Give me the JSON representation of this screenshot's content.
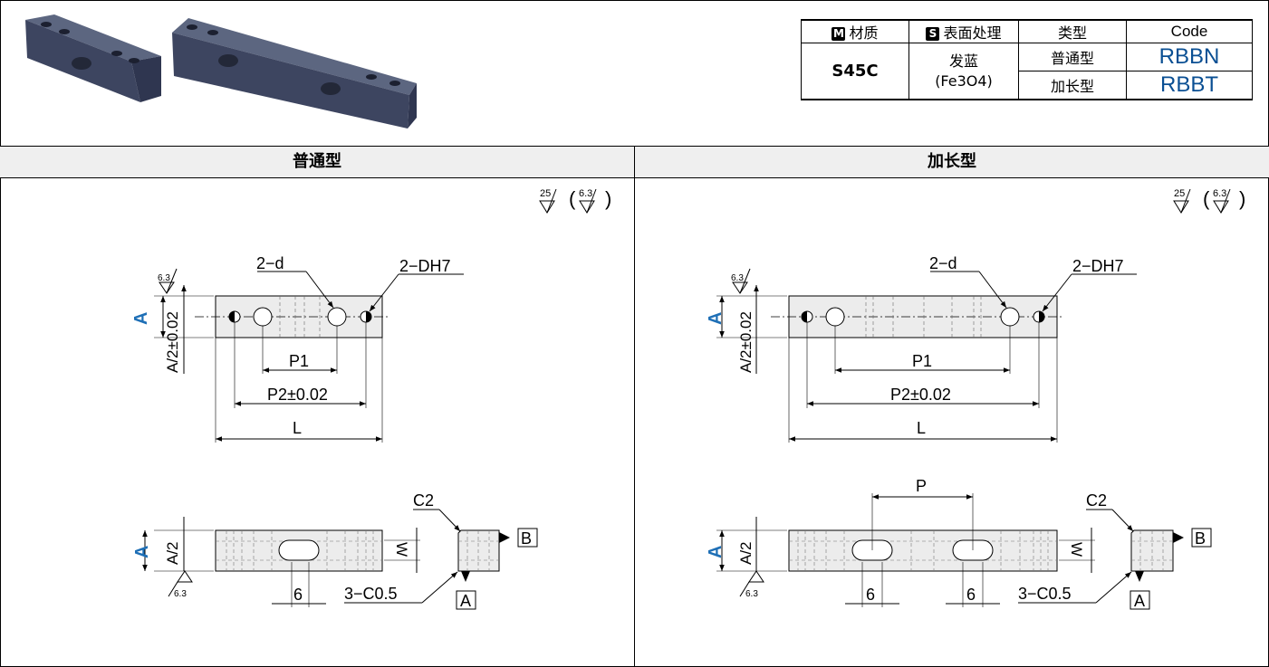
{
  "spec_table": {
    "material_badge": "M",
    "material_header": "材质",
    "surface_badge": "S",
    "surface_header": "表面处理",
    "type_header": "类型",
    "code_header": "Code",
    "material": "S45C",
    "surface_line1": "发蓝",
    "surface_line2": "(Fe3O4)",
    "rows": [
      {
        "type": "普通型",
        "code": "RBBN"
      },
      {
        "type": "加长型",
        "code": "RBBT"
      }
    ]
  },
  "panels": {
    "standard_title": "普通型",
    "long_title": "加长型"
  },
  "labels": {
    "roughness_main": "25",
    "roughness_alt": "6.3",
    "roughness_small": "6.3",
    "d_holes": "2−d",
    "D_holes": "2−DH7",
    "A": "A",
    "A_half_tol": "A/2±0.02",
    "A_half": "A/2",
    "P1": "P1",
    "P2": "P2±0.02",
    "L": "L",
    "P": "P",
    "W": "W",
    "C2": "C2",
    "C05": "3−C0.5",
    "slot_6": "6",
    "datum_A": "A",
    "datum_B": "B"
  },
  "colors": {
    "code_blue": "#0a4f93",
    "A_blue": "#1e6fb6",
    "part_fill": "#ececec",
    "header_bg": "#efefef"
  }
}
